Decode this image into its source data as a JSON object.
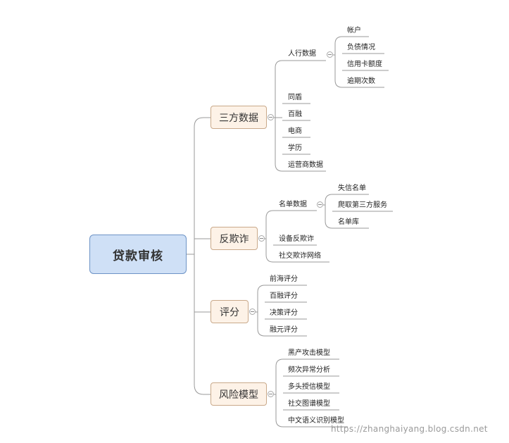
{
  "root": "贷款审核",
  "branches": [
    {
      "label": "三方数据",
      "children": [
        {
          "label": "人行数据",
          "children": [
            "帐户",
            "负债情况",
            "信用卡额度",
            "逾期次数"
          ]
        },
        {
          "label": "同盾"
        },
        {
          "label": "百融"
        },
        {
          "label": "电商"
        },
        {
          "label": "学历"
        },
        {
          "label": "运营商数据"
        }
      ]
    },
    {
      "label": "反欺诈",
      "children": [
        {
          "label": "名单数据",
          "children": [
            "失信名单",
            "爬取第三方服务",
            "名单库"
          ]
        },
        {
          "label": "设备反欺诈"
        },
        {
          "label": "社交欺诈网络"
        }
      ]
    },
    {
      "label": "评分",
      "children": [
        {
          "label": "前海评分"
        },
        {
          "label": "百融评分"
        },
        {
          "label": "决策评分"
        },
        {
          "label": "融元评分"
        }
      ]
    },
    {
      "label": "风险模型",
      "children": [
        {
          "label": "黑产攻击模型"
        },
        {
          "label": "频次异常分析"
        },
        {
          "label": "多头授信模型"
        },
        {
          "label": "社交图谱模型"
        },
        {
          "label": "中文语义识别模型"
        }
      ]
    }
  ],
  "watermark": "https://zhanghaiyang.blog.csdn.net"
}
